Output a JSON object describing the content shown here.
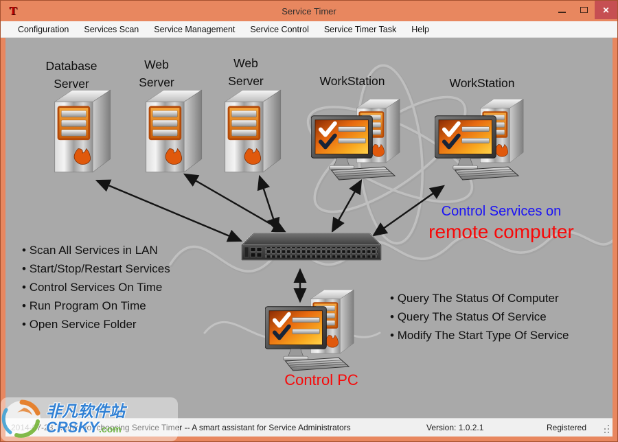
{
  "window": {
    "title": "Service Timer",
    "app_icon_glyph": "T",
    "controls": {
      "minimize_icon": "minimize-dash",
      "maximize_icon": "maximize-box",
      "close_glyph": "✕"
    }
  },
  "menu": {
    "items": [
      "Configuration",
      "Services Scan",
      "Service Management",
      "Service Control",
      "Service Timer Task",
      "Help"
    ]
  },
  "diagram": {
    "db_label": "Database\nServer",
    "web1_label": "Web\nServer",
    "web2_label": "Web\nServer",
    "ws1_label": "WorkStation",
    "ws2_label": "WorkStation",
    "control_pc_label": "Control PC",
    "headline_line1": "Control Services on",
    "headline_line2": "remote computer",
    "left_features": [
      "Scan All Services in LAN",
      "Start/Stop/Restart Services",
      "Control Services On Time",
      "Run Program On Time",
      "Open Service Folder"
    ],
    "right_features": [
      "Query The Status Of Computer",
      "Query The Status Of Service",
      "Modify The Start Type Of Service"
    ],
    "icons": [
      "server-tower-icon",
      "workstation-icon",
      "network-switch-icon",
      "flame-logo-icon",
      "double-arrow-link"
    ]
  },
  "statusbar": {
    "message": "2014-07-23  Thanks for choosing Service Timer -- A smart assistant for Service Administrators",
    "version": "Version: 1.0.2.1",
    "registered": "Registered"
  },
  "logo": {
    "site_name": "非凡软件站",
    "domain": "CRSKY",
    "tld": ".com"
  },
  "colors": {
    "titlebar": "#e8875f",
    "close_button": "#c64f52",
    "content_bg": "#a9a9a9",
    "headline_blue": "#1a12f5",
    "headline_red": "#f70808",
    "accent_orange": "#e0590c"
  }
}
